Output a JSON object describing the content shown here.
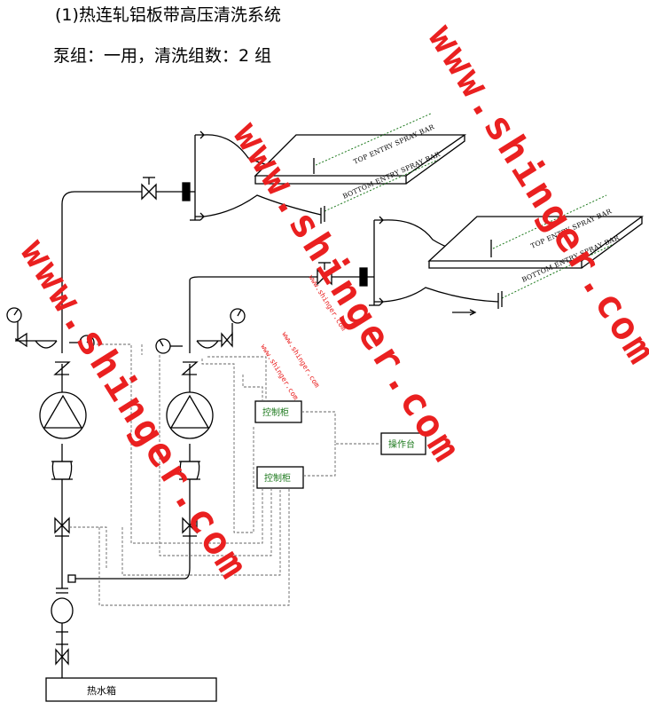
{
  "header": {
    "title": "(1)热连轧铝板带高压清洗系统",
    "subtitle": "泵组：一用，清洗组数：2 组"
  },
  "diagram": {
    "tank_label": "热水箱",
    "control_cabinet_1": "控制柜",
    "control_cabinet_2": "控制柜",
    "operation_panel": "操作台",
    "strip_1": {
      "top_bar": "TOP ENTRY SPRAY BAR",
      "bottom_bar": "BOTTOM ENTRY SPRAY BAR"
    },
    "strip_2": {
      "top_bar": "TOP ENTRY SPRAY BAR",
      "bottom_bar": "BOTTOM ENTRY SPRAY BAR"
    }
  },
  "watermarks": {
    "text": "www.shinger.com",
    "color": "#ea2020"
  }
}
